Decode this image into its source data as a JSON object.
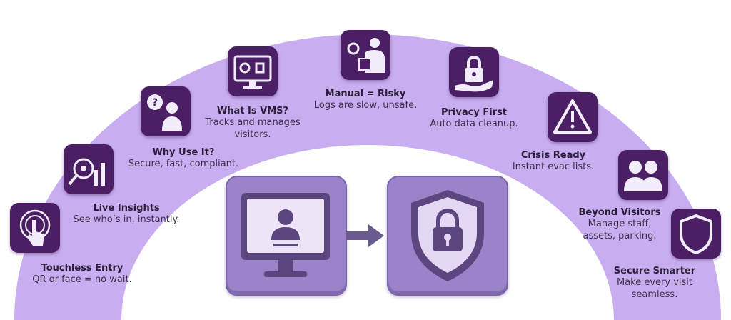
{
  "colors": {
    "arc": "#c8adf0",
    "icon_bg": "#4b1f63",
    "icon_fg": "#f3ecfb",
    "panel_bg": "#9b83c9",
    "arrow": "#6a5a8e"
  },
  "steps": [
    {
      "title": "Touchless Entry",
      "desc": "QR or face = no wait.",
      "icon": "touch-hand-icon"
    },
    {
      "title": "Live Insights",
      "desc": "See who’s in, instantly.",
      "icon": "insights-chart-icon"
    },
    {
      "title": "Why Use It?",
      "desc": "Secure, fast, compliant.",
      "icon": "question-person-icon"
    },
    {
      "title": "What Is VMS?",
      "desc": "Tracks and manages visitors.",
      "icon": "monitor-gear-icon"
    },
    {
      "title": "Manual = Risky",
      "desc": "Logs are slow, unsafe.",
      "icon": "manual-log-icon"
    },
    {
      "title": "Privacy First",
      "desc": "Auto data cleanup.",
      "icon": "lock-hand-icon"
    },
    {
      "title": "Crisis Ready",
      "desc": "Instant evac lists.",
      "icon": "warning-icon"
    },
    {
      "title": "Beyond Visitors",
      "desc": "Manage staff, assets, parking.",
      "icon": "people-icon"
    },
    {
      "title": "Secure Smarter",
      "desc": "Make every visit seamless.",
      "icon": "shield-icon"
    }
  ],
  "center": {
    "left_icon": "computer-user-icon",
    "arrow_icon": "arrow-right-icon",
    "right_icon": "shield-lock-icon"
  }
}
